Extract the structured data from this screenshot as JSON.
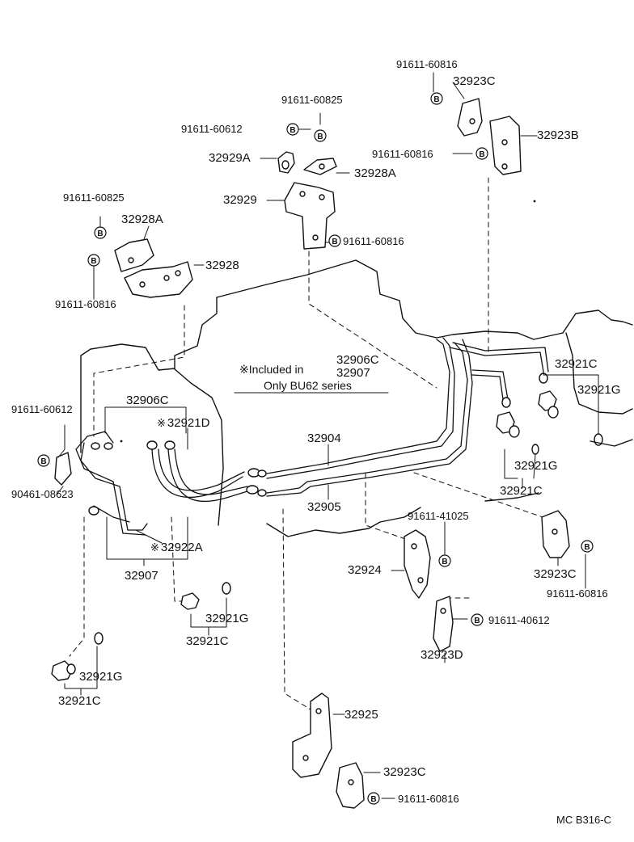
{
  "diagram_code": "MC B316-C",
  "note": {
    "line1": "※Included in",
    "line2": "Only BU62 series",
    "ref1": "32906C",
    "ref2": "32907"
  },
  "bolt_symbol": "B",
  "parts": {
    "p32929A": "32929A",
    "p32928A_top": "32928A",
    "p32929": "32929",
    "p32928A_left": "32928A",
    "p32928": "32928",
    "p32923B": "32923B",
    "p32923C_top": "32923C",
    "p32906C": "32906C",
    "p32921D": "32921D",
    "p32922A": "32922A",
    "p32907": "32907",
    "p32904": "32904",
    "p32905": "32905",
    "p32921C_r1": "32921C",
    "p32921G_r1": "32921G",
    "p32921G_r2": "32921G",
    "p32921C_r2": "32921C",
    "p32924": "32924",
    "p32923C_mid": "32923C",
    "p32923D": "32923D",
    "p32925": "32925",
    "p32923C_bot": "32923C",
    "p32921G_l1": "32921G",
    "p32921C_l1": "32921C",
    "p32921G_l2": "32921G",
    "p32921C_l2": "32921C"
  },
  "bolts": {
    "b_top_left_60825": "91611-60825",
    "b_top_60612": "91611-60612",
    "b_top_right_60816a": "91611-60816",
    "b_top_right_60816b": "91611-60816",
    "b_mid_60816": "91611-60816",
    "b_left_60825": "91611-60825",
    "b_left_60816": "91611-60816",
    "b_left_60612": "91611-60612",
    "b_left_08623": "90461-08623",
    "b_41025": "91611-41025",
    "b_40612": "91611-40612",
    "b_right_60816": "91611-60816",
    "b_bottom_60816": "91611-60816"
  }
}
